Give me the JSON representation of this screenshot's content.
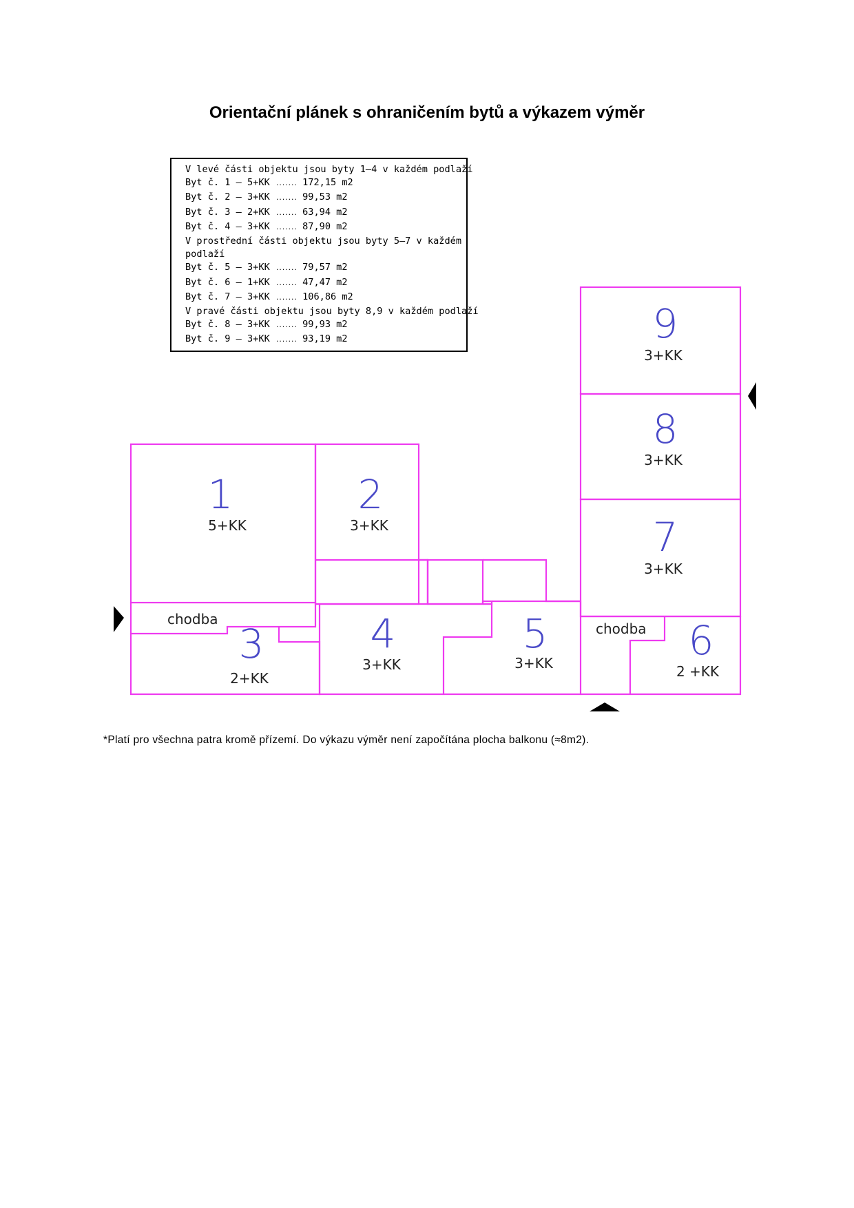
{
  "title": "Orientační plánek s ohraničením bytů a výkazem výměr",
  "legend": {
    "lines": [
      {
        "text": "V levé části objektu jsou byty 1–4 v každém podlaží"
      },
      {
        "text": "Byt č. 1 – 5+KK",
        "area": "172,15 m2"
      },
      {
        "text": "Byt č. 2 – 3+KK",
        "area": "99,53 m2"
      },
      {
        "text": "Byt č. 3 – 2+KK",
        "area": "63,94 m2"
      },
      {
        "text": "Byt č. 4 – 3+KK",
        "area": "87,90 m2"
      },
      {
        "text": "V prostřední části objektu jsou byty 5–7 v každém"
      },
      {
        "text": "podlaží"
      },
      {
        "text": "Byt č. 5 – 3+KK",
        "area": "79,57 m2"
      },
      {
        "text": "Byt č. 6 – 1+KK",
        "area": "47,47 m2"
      },
      {
        "text": "Byt č. 7 – 3+KK",
        "area": "106,86 m2"
      },
      {
        "text": "V pravé části objektu jsou byty 8,9 v každém podlaží"
      },
      {
        "text": "Byt č. 8 – 3+KK",
        "area": "99,93 m2"
      },
      {
        "text": "Byt č. 9 – 3+KK",
        "area": "93,19 m2"
      }
    ]
  },
  "plan": {
    "units": [
      {
        "number": "1",
        "type": "5+KK"
      },
      {
        "number": "2",
        "type": "3+KK"
      },
      {
        "number": "3",
        "type": "2+KK"
      },
      {
        "number": "4",
        "type": "3+KK"
      },
      {
        "number": "5",
        "type": "3+KK"
      },
      {
        "number": "6",
        "type": "2 +KK"
      },
      {
        "number": "7",
        "type": "3+KK"
      },
      {
        "number": "8",
        "type": "3+KK"
      },
      {
        "number": "9",
        "type": "3+KK"
      }
    ],
    "corridor_label_left": "chodba",
    "corridor_label_right": "chodba"
  },
  "footnote": "*Platí pro všechna patra kromě přízemí. Do výkazu výměr není započítána plocha balkonu (≈8m2).",
  "colors": {
    "walls": "#ee3bf0",
    "numbers": "#4a4ac8"
  }
}
